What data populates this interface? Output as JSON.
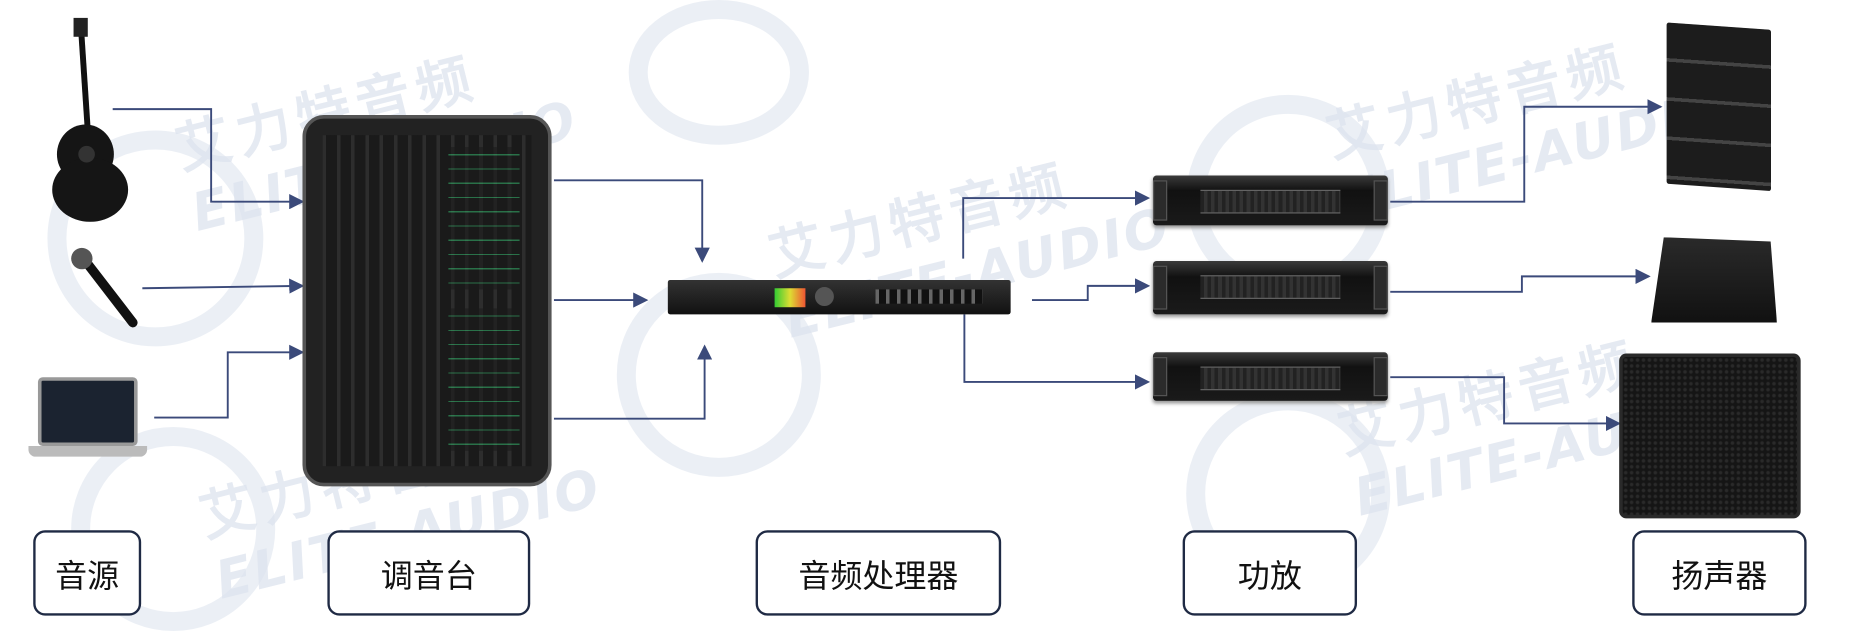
{
  "watermark": {
    "cn": "艾力特音频",
    "en": "ELITE-AUDIO"
  },
  "stages": [
    {
      "label": "音源"
    },
    {
      "label": "调音台"
    },
    {
      "label": "音频处理器"
    },
    {
      "label": "功放"
    },
    {
      "label": "扬声器"
    }
  ],
  "colors": {
    "arrow": "#3b4a7a",
    "box_border": "#1f2a44",
    "watermark": "#dde3ee"
  }
}
